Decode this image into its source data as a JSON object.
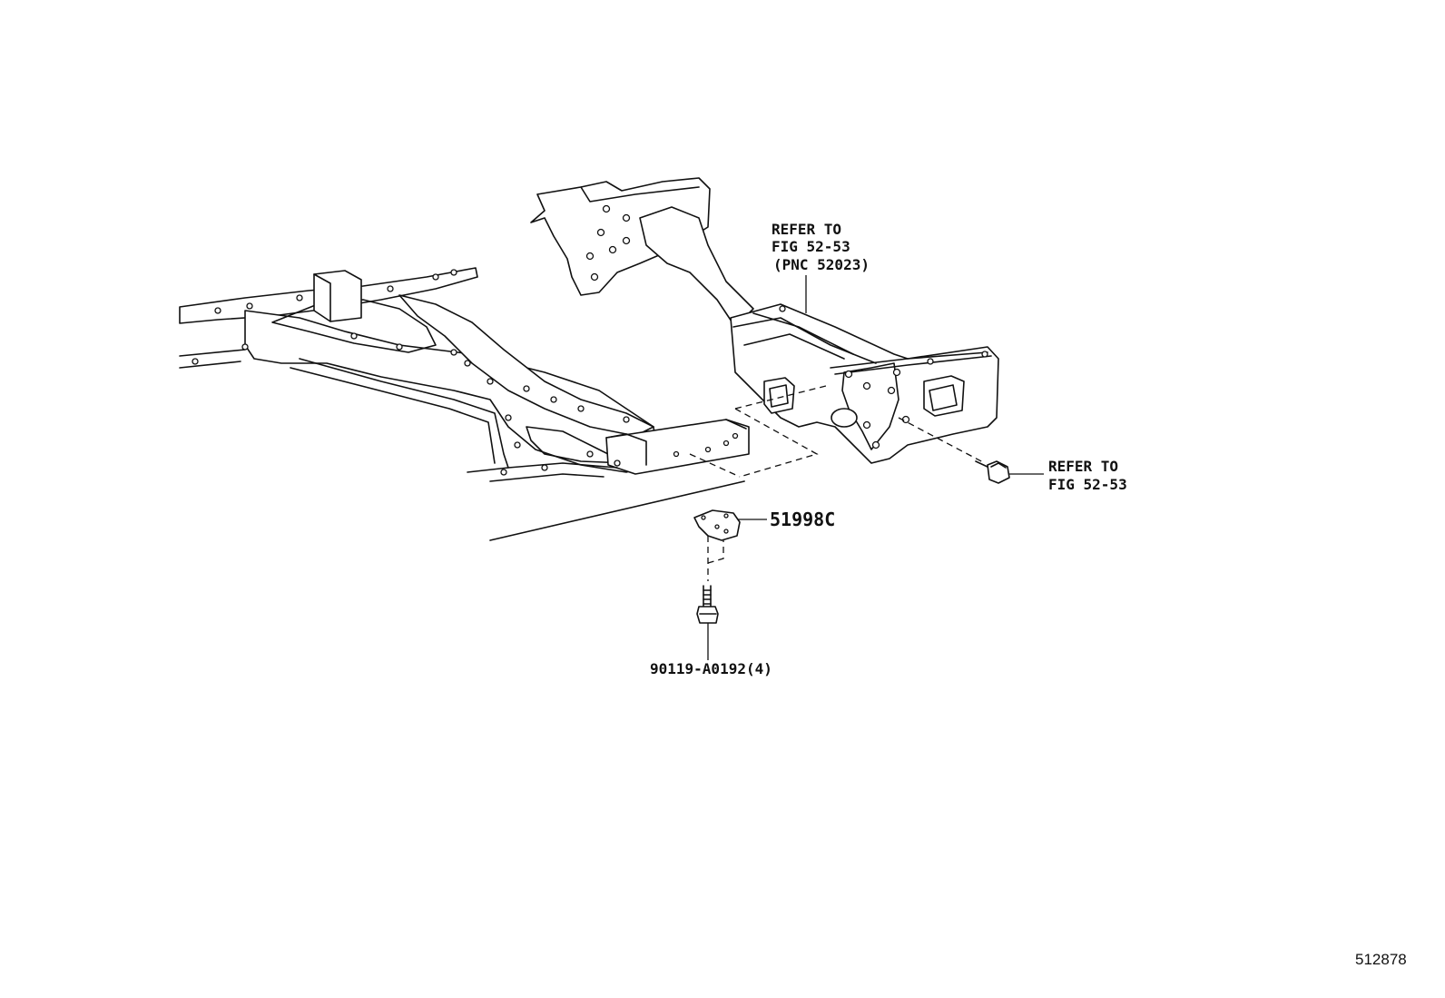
{
  "callouts": {
    "refer_top_line1": "REFER TO",
    "refer_top_line2": "FIG 52-53",
    "refer_top_line3": "(PNC 52023)",
    "refer_right_line1": "REFER TO",
    "refer_right_line2": "FIG 52-53",
    "bracket_part": "51998C",
    "bolt_part": "90119-A0192(4)"
  },
  "figure_id": "512878"
}
